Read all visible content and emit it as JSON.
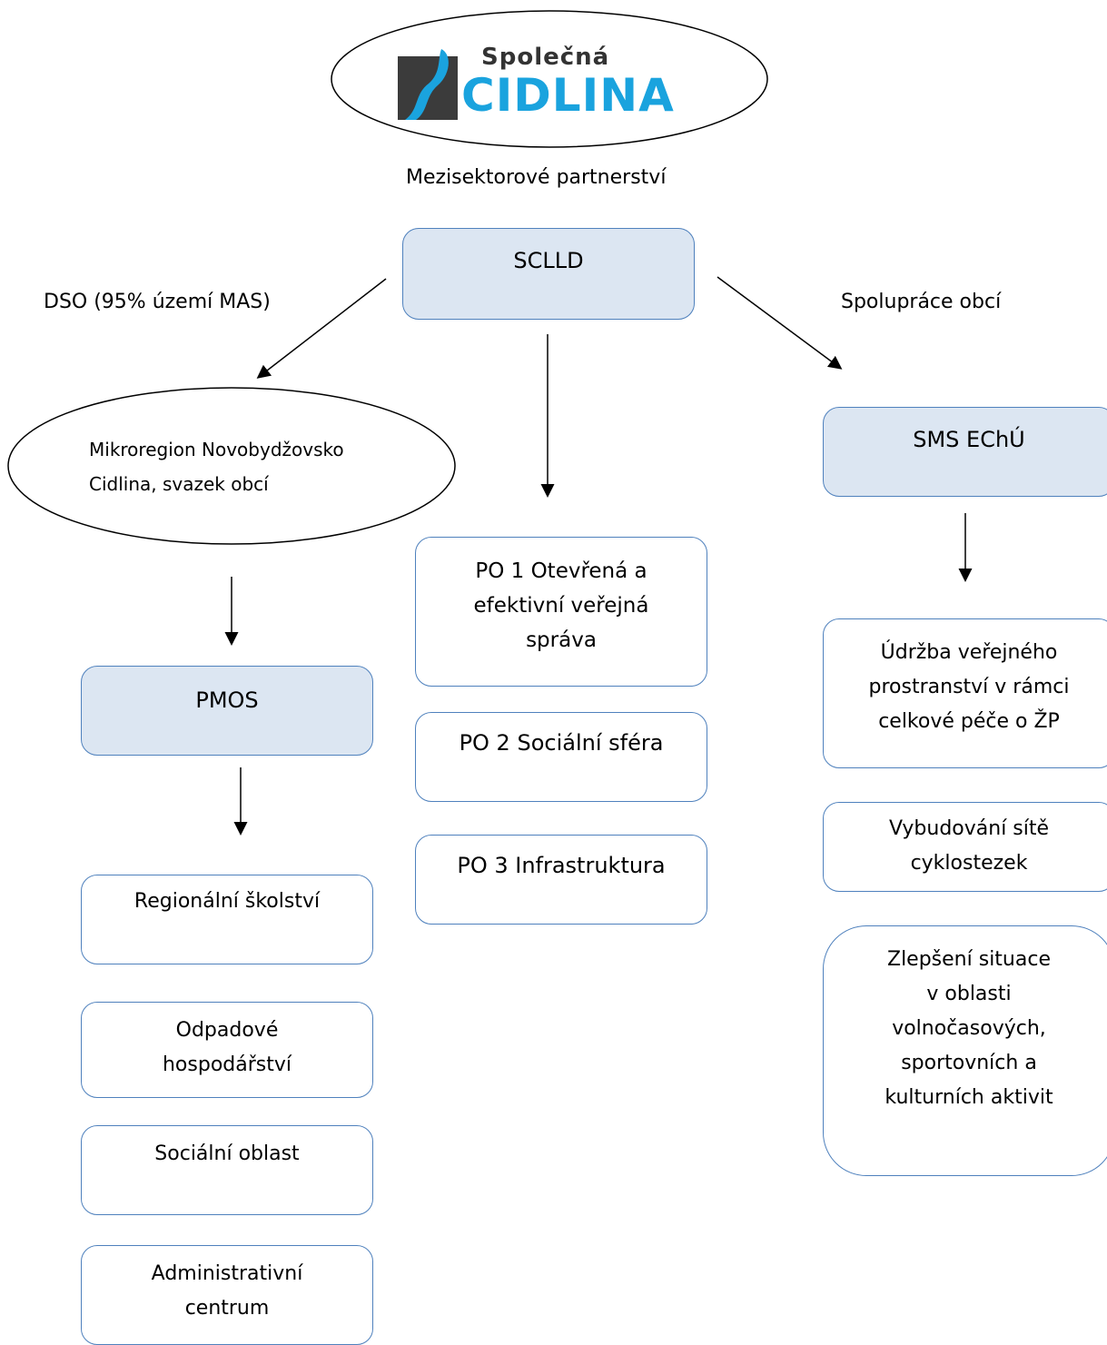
{
  "logo": {
    "word1": "Společná",
    "word2": "CIDLINA"
  },
  "subtitle": "Mezisektorové partnerství",
  "center": {
    "label": "SCLLD"
  },
  "left_edge_label": "DSO (95% území MAS)",
  "right_edge_label": "Spolupráce obcí",
  "left": {
    "ellipse": [
      "Mikroregion Novobydžovsko",
      "Cidlina, svazek obcí"
    ],
    "node": "PMOS",
    "items": [
      [
        "Regionální školství"
      ],
      [
        "Odpadové",
        "hospodářství"
      ],
      [
        "Sociální oblast"
      ],
      [
        "Administrativní",
        "centrum"
      ]
    ]
  },
  "middle": {
    "items": [
      [
        "PO 1 Otevřená a",
        "efektivní veřejná",
        "správa"
      ],
      [
        "PO 2 Sociální sféra"
      ],
      [
        "PO 3 Infrastruktura"
      ]
    ]
  },
  "right": {
    "node": "SMS EChÚ",
    "items": [
      [
        "Údržba veřejného",
        "prostranství v rámci",
        "celkové péče o ŽP"
      ],
      [
        "Vybudování sítě",
        "cyklostezek"
      ],
      [
        "Zlepšení situace",
        "v oblasti",
        "volnočasových,",
        "sportovních a",
        "kulturních aktivit"
      ]
    ]
  },
  "colors": {
    "node_fill": "#dce6f2",
    "border": "#4f81bd",
    "logo_blue": "#1aa3de"
  }
}
